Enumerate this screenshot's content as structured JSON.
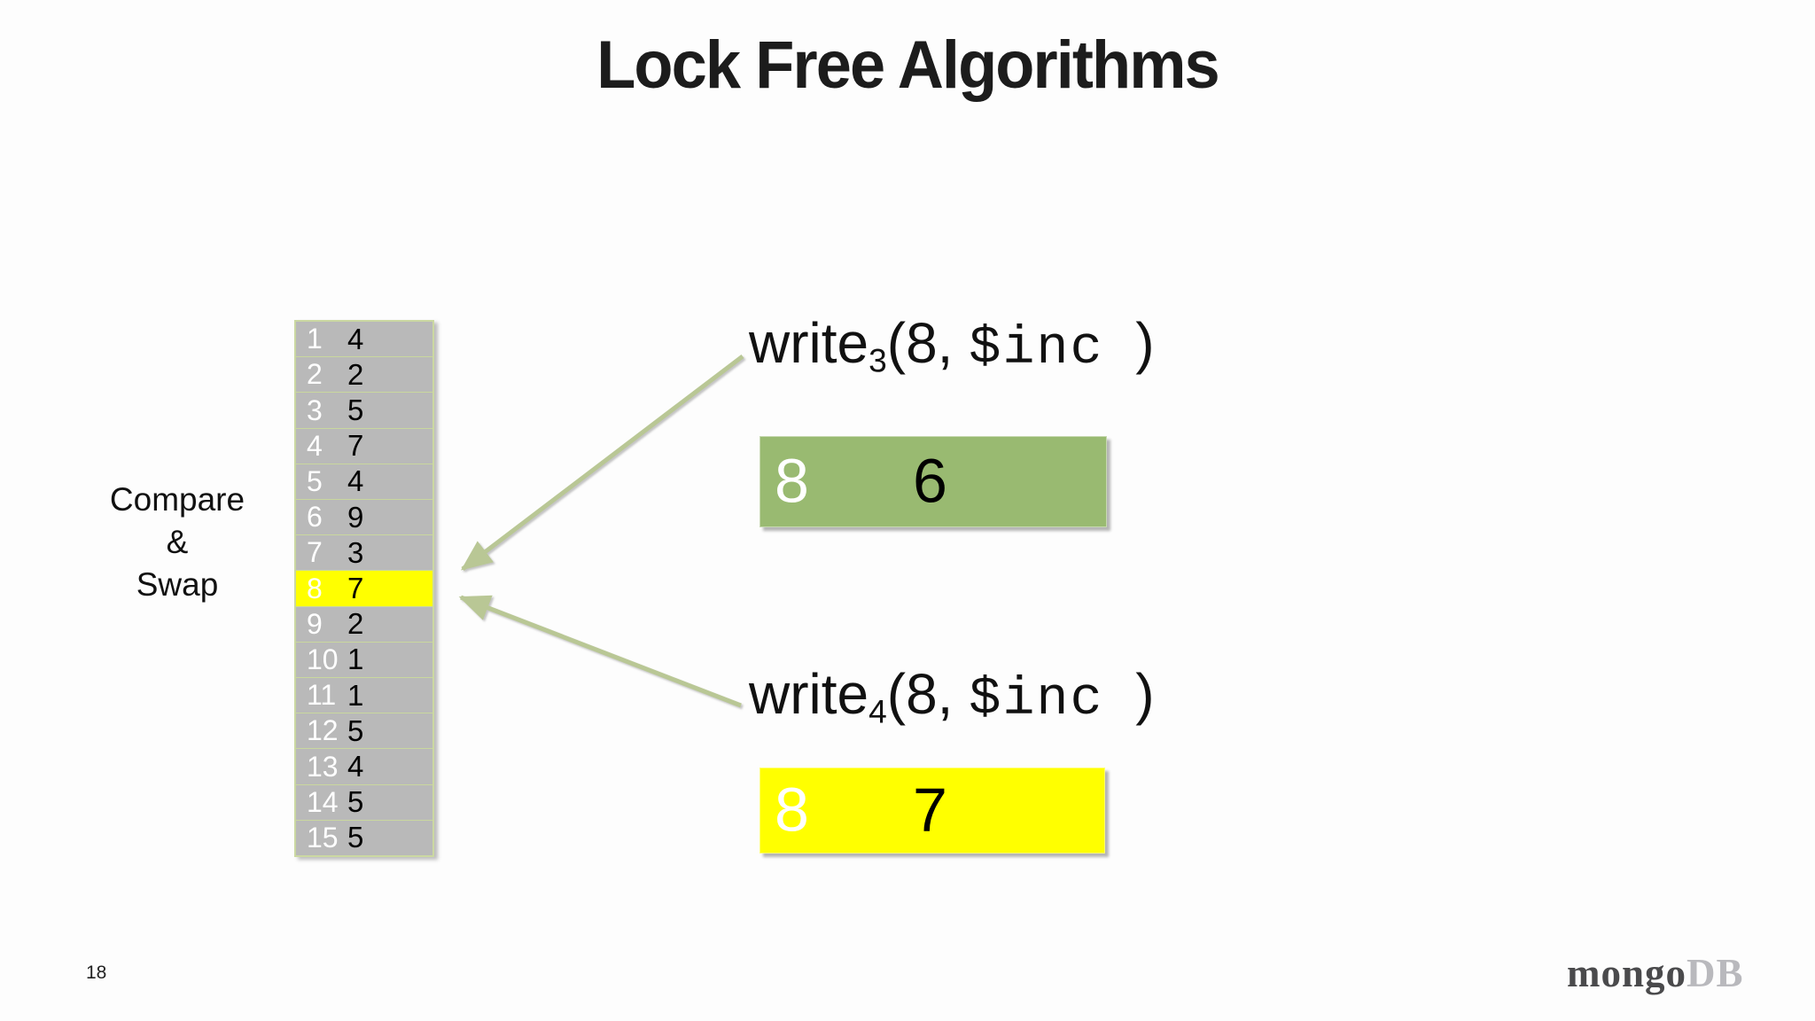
{
  "slide": {
    "title": "Lock Free Algorithms",
    "page_number": "18",
    "logo": {
      "primary": "mongo",
      "secondary": "DB"
    }
  },
  "caption": {
    "line1": "Compare",
    "line2": "&",
    "line3": "Swap"
  },
  "table": {
    "row_color": "#b9b9b9",
    "highlight_color": "#ffff00",
    "border_color": "#c9d79e",
    "rows": [
      {
        "index": "1",
        "value": "4"
      },
      {
        "index": "2",
        "value": "2"
      },
      {
        "index": "3",
        "value": "5"
      },
      {
        "index": "4",
        "value": "7"
      },
      {
        "index": "5",
        "value": "4"
      },
      {
        "index": "6",
        "value": "9"
      },
      {
        "index": "7",
        "value": "3"
      },
      {
        "index": "8",
        "value": "7"
      },
      {
        "index": "9",
        "value": "2"
      },
      {
        "index": "10",
        "value": "1"
      },
      {
        "index": "11",
        "value": "1"
      },
      {
        "index": "12",
        "value": "5"
      },
      {
        "index": "13",
        "value": "4"
      },
      {
        "index": "14",
        "value": "5"
      },
      {
        "index": "15",
        "value": "5"
      }
    ]
  },
  "writes": [
    {
      "fn": "write",
      "subscript": "3",
      "open": "(8, ",
      "operator": "$inc",
      "close": "  )",
      "box": {
        "key": "8",
        "value": "6",
        "color": "#99ba71"
      }
    },
    {
      "fn": "write",
      "subscript": "4",
      "open": "(8, ",
      "operator": "$inc",
      "close": "  )",
      "box": {
        "key": "8",
        "value": "7",
        "color": "#ffff00"
      }
    }
  ],
  "colors": {
    "arrow": "#b9c795",
    "title": "#1c1c1c"
  }
}
